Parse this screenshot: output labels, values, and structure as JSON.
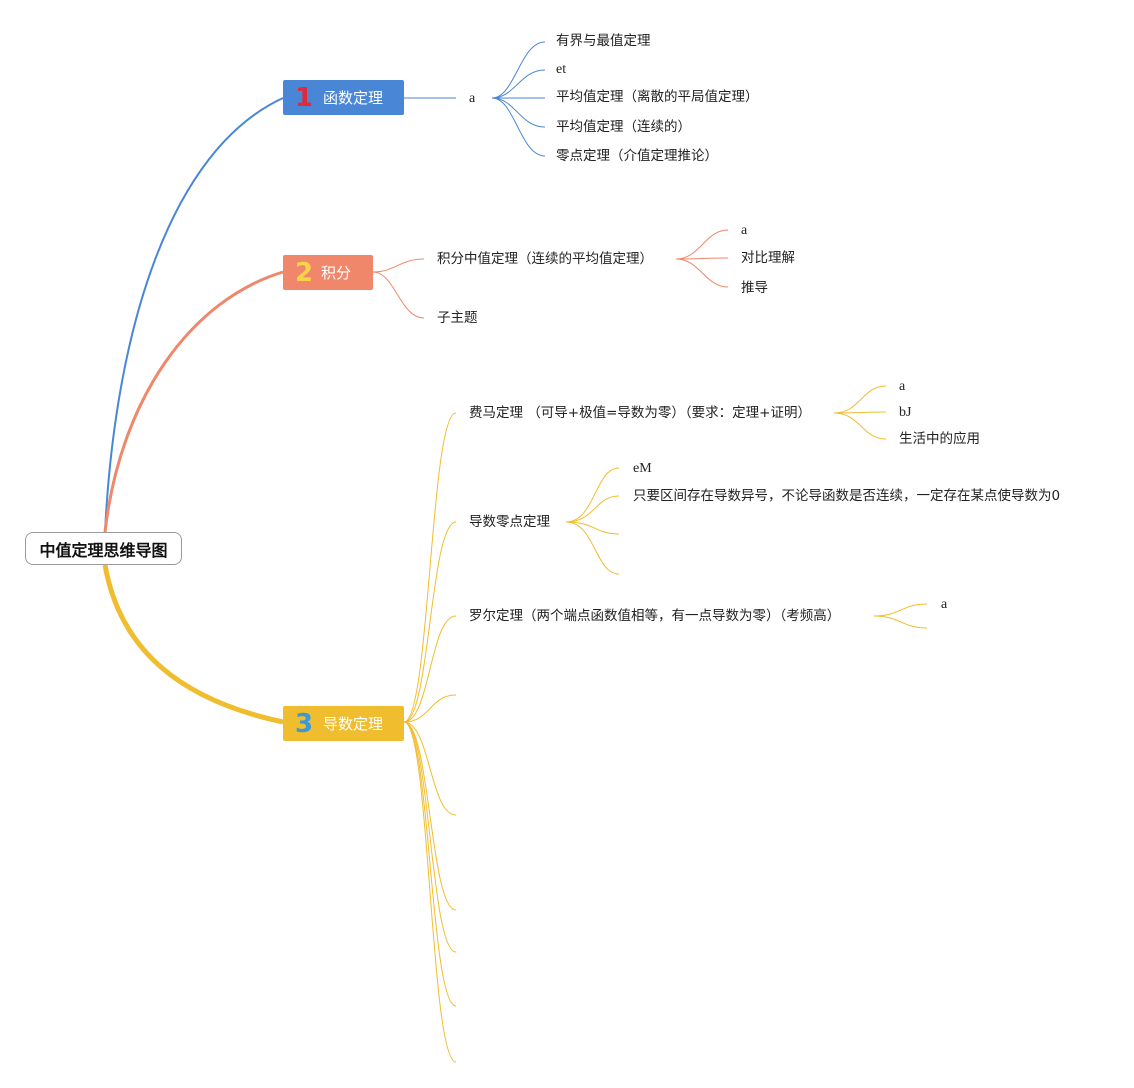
{
  "root": {
    "label": "中值定理思维导图"
  },
  "colors": {
    "blue": "#4a86d6",
    "orange": "#f0876a",
    "yellow": "#f0bd2f",
    "badge1": "#e02a3a",
    "badge2": "#f9d34a",
    "badge3": "#3a9ad9"
  },
  "branches": [
    {
      "number": "1",
      "label": "函数定理",
      "children": [
        {
          "label": "a",
          "children": [
            {
              "label": "有界与最值定理"
            },
            {
              "label": "et"
            },
            {
              "label": "平均值定理（离散的平局值定理）"
            },
            {
              "label": "平均值定理（连续的）"
            },
            {
              "label": "零点定理（介值定理推论）"
            }
          ]
        }
      ]
    },
    {
      "number": "2",
      "label": "积分",
      "children": [
        {
          "label": "积分中值定理（连续的平均值定理）",
          "children": [
            {
              "label": "a"
            },
            {
              "label": "对比理解"
            },
            {
              "label": "推导"
            }
          ]
        },
        {
          "label": "子主题"
        }
      ]
    },
    {
      "number": "3",
      "label": "导数定理",
      "children": [
        {
          "label": "费马定理 （可导+极值=导数为零）（要求：定理+证明）",
          "children": [
            {
              "label": "a"
            },
            {
              "label": "bJ"
            },
            {
              "label": "生活中的应用"
            }
          ]
        },
        {
          "label": "导数零点定理",
          "children": [
            {
              "label": "eM"
            },
            {
              "label": "只要区间存在导数异号，不论导函数是否连续，一定存在某点使导数为0"
            },
            {
              "label": ""
            },
            {
              "label": ""
            }
          ]
        },
        {
          "label": "罗尔定理（两个端点函数值相等，有一点导数为零）（考频高）",
          "children": [
            {
              "label": "a"
            },
            {
              "label": ""
            }
          ]
        },
        {
          "label": ""
        },
        {
          "label": ""
        },
        {
          "label": ""
        },
        {
          "label": ""
        },
        {
          "label": ""
        },
        {
          "label": ""
        }
      ]
    }
  ]
}
